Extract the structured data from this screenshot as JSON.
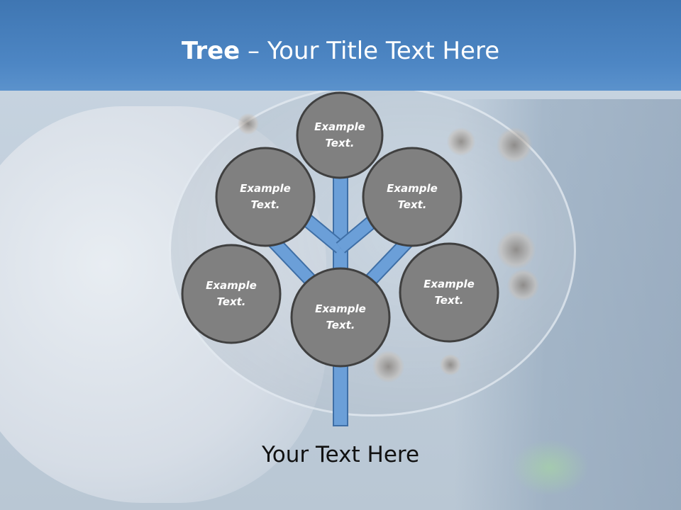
{
  "title": {
    "strong": "Tree",
    "dash": " – ",
    "rest": "Your Title Text Here"
  },
  "nodes": [
    {
      "id": "top",
      "line1": "Example",
      "line2": "Text."
    },
    {
      "id": "upper-left",
      "line1": "Example",
      "line2": "Text."
    },
    {
      "id": "upper-right",
      "line1": "Example",
      "line2": "Text."
    },
    {
      "id": "lower-left",
      "line1": "Example",
      "line2": "Text."
    },
    {
      "id": "center",
      "line1": "Example",
      "line2": "Text."
    },
    {
      "id": "lower-right",
      "line1": "Example",
      "line2": "Text."
    }
  ],
  "subtitle": "Your Text Here",
  "colors": {
    "header": "#4a82c0",
    "node_fill": "#7f7f7f",
    "node_border": "#404040",
    "branch_fill": "#6b9fd8",
    "branch_border": "#3f6fa6"
  }
}
